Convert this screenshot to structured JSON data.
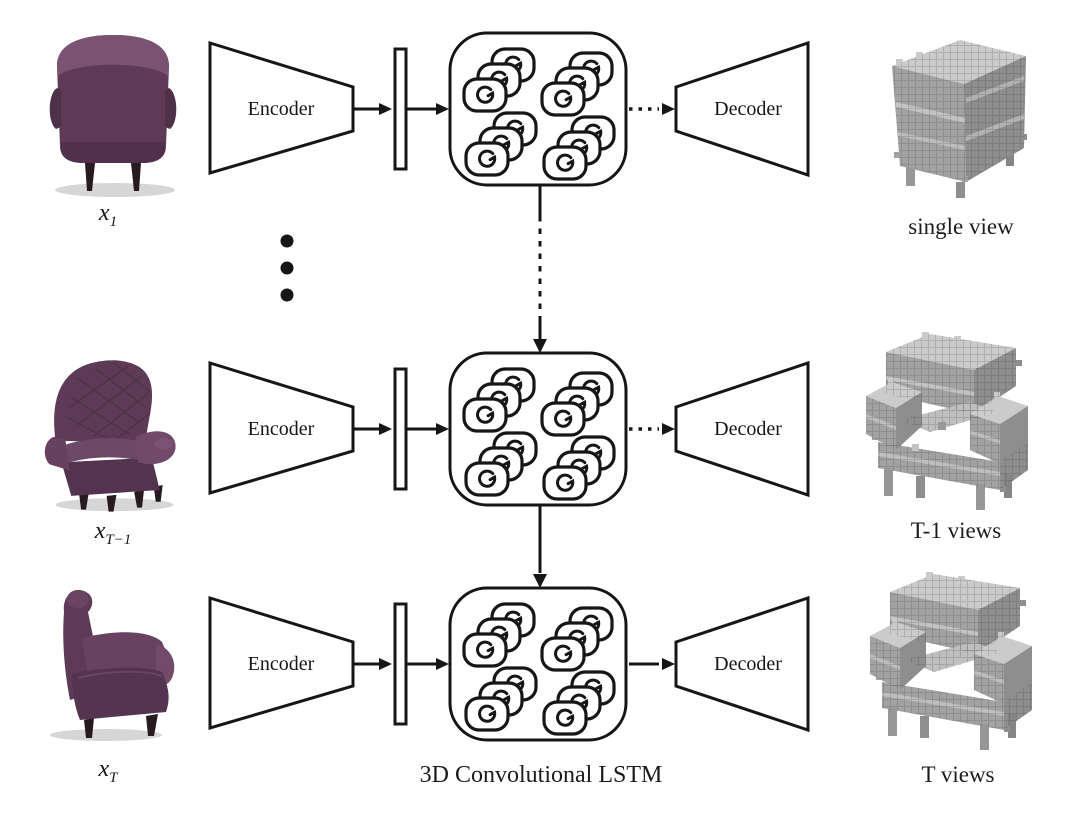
{
  "figure": {
    "rows": [
      {
        "input": {
          "base": "x",
          "sub": "1"
        },
        "encoder": "Encoder",
        "decoder": "Decoder",
        "output_caption": "single view",
        "connection_style": "dashed"
      },
      {
        "input": {
          "base": "x",
          "sub": "T−1"
        },
        "encoder": "Encoder",
        "decoder": "Decoder",
        "output_caption": "T-1 views",
        "connection_style": "dashed"
      },
      {
        "input": {
          "base": "x",
          "sub": "T"
        },
        "encoder": "Encoder",
        "decoder": "Decoder",
        "output_caption": "T views",
        "connection_style": "solid"
      }
    ],
    "caption": "3D Convolutional LSTM",
    "icons": {
      "lstm_unit": "recurrent-loop-icon",
      "ellipsis": "vertical-ellipsis-dots"
    },
    "colors": {
      "line": "#161616",
      "chair": "#5e3a57",
      "chair-highlight": "#7b5372",
      "chair-leg": "#271b21",
      "voxel-light": "#cbcbcb",
      "voxel-mid": "#a2a2a2",
      "voxel-dark": "#8e8e8e",
      "background": "#ffffff"
    }
  }
}
